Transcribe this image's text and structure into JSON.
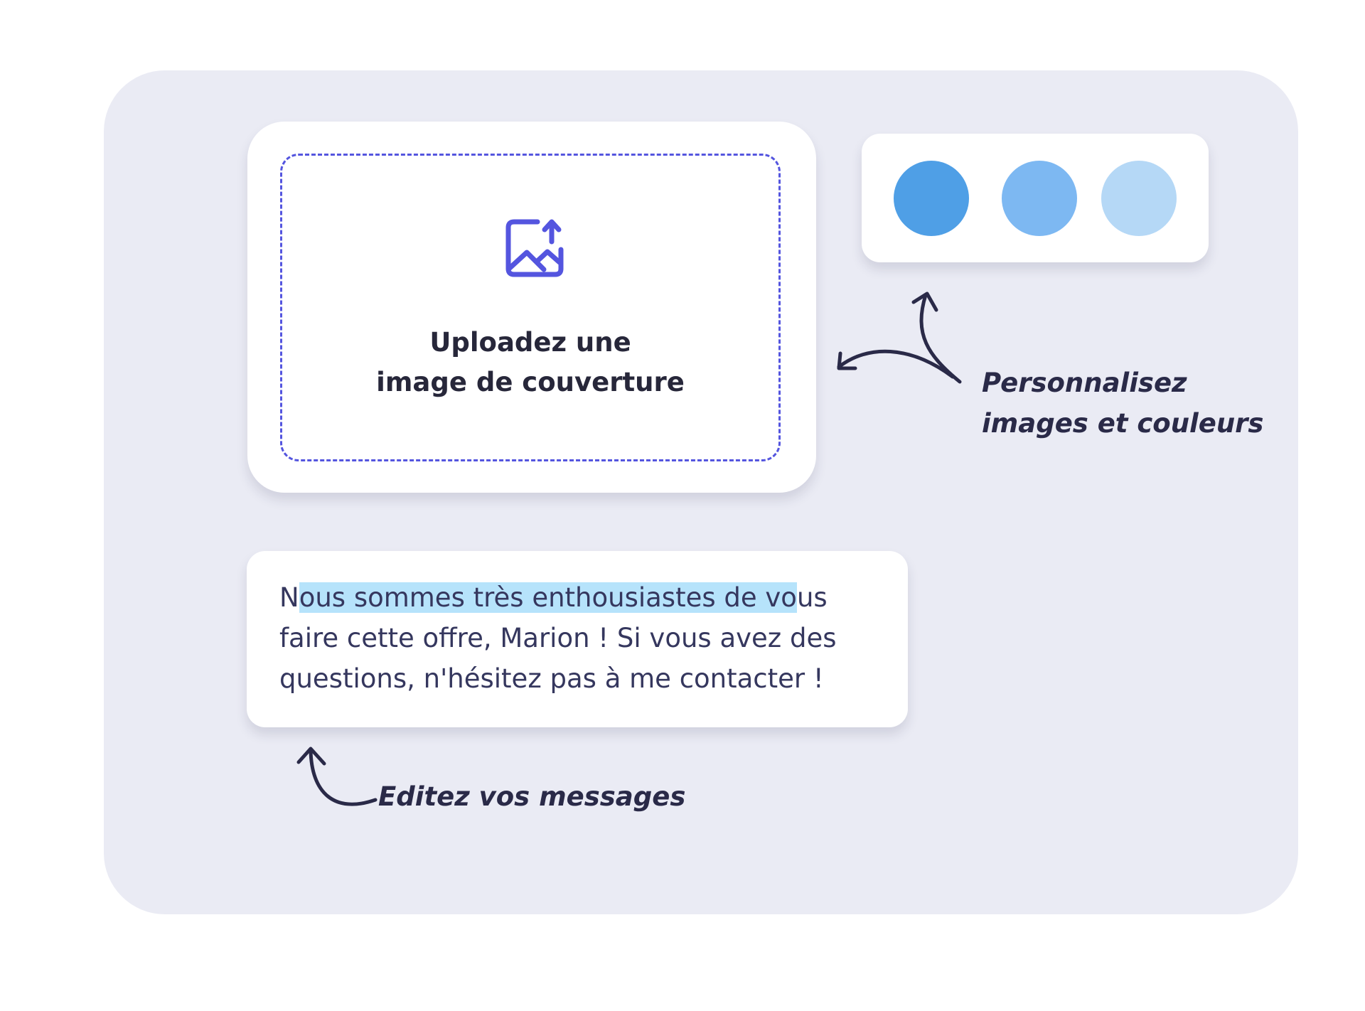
{
  "upload": {
    "line1": "Uploadez une",
    "line2": "image de couverture",
    "icon": "image-upload-icon",
    "accent_color": "#5455df"
  },
  "palette": {
    "colors": [
      "#4f9fe6",
      "#7db8f2",
      "#b5d8f6"
    ]
  },
  "message": {
    "text_before": "N",
    "text_selected": "ous sommes très enthousiastes de vo",
    "text_after": "us faire cette offre, Marion ! Si vous avez des questions, n'hésitez pas à me contacter !",
    "selection_color": "#b6e3fb"
  },
  "annotations": {
    "customize_line1": "Personnalisez",
    "customize_line2": "images et couleurs",
    "edit_messages": "Editez vos messages"
  }
}
